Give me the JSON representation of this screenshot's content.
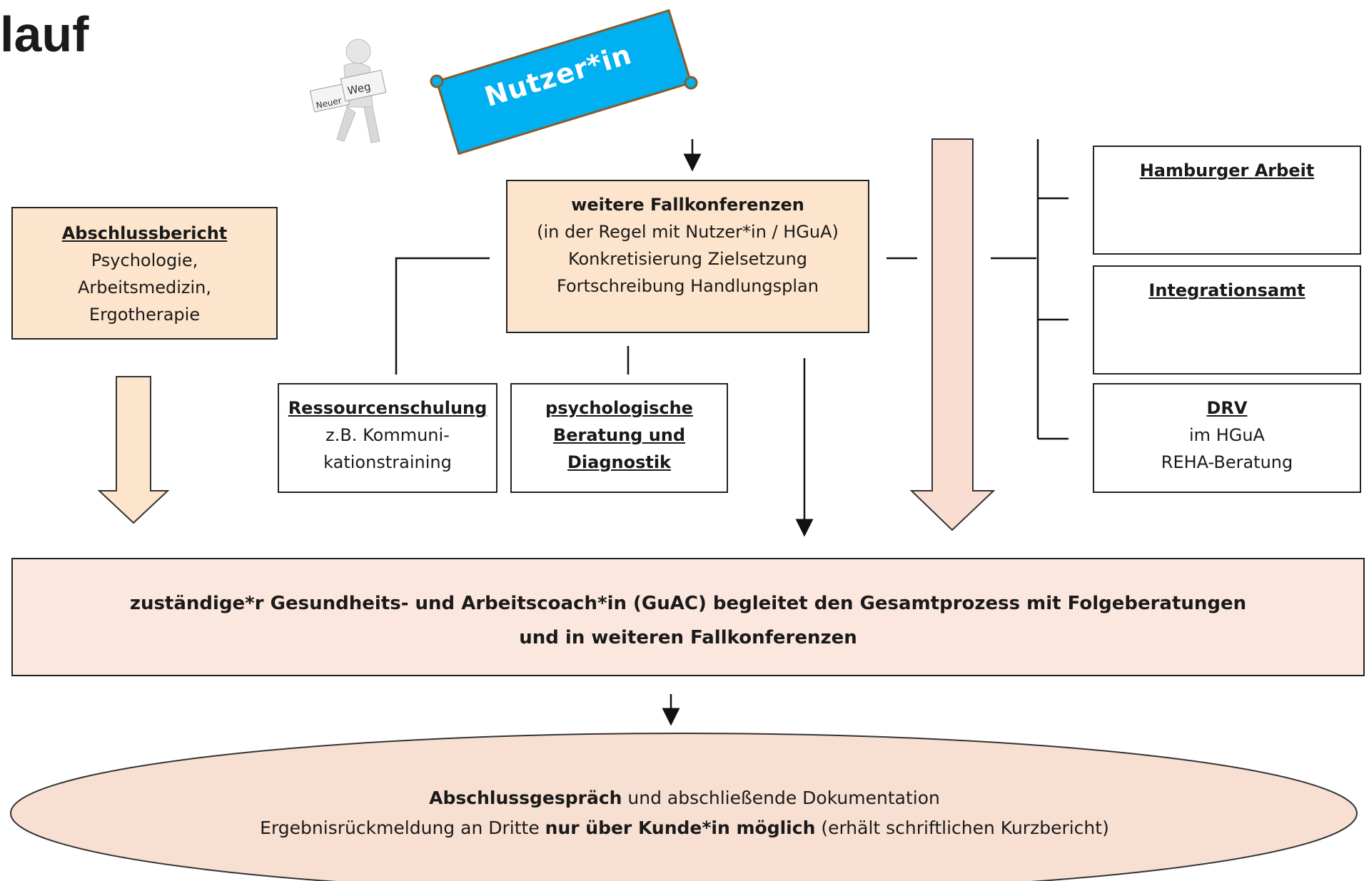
{
  "page": {
    "title": "lauf"
  },
  "figure": {
    "sign_text_left": "Neuer",
    "sign_text_right": "Weg"
  },
  "banner": {
    "label": "Nutzer*in",
    "color": "#00b0f0"
  },
  "boxes": {
    "abschlussbericht": {
      "heading": "Abschlussbericht",
      "lines": [
        "Psychologie,",
        "Arbeitsmedizin,",
        "Ergotherapie"
      ]
    },
    "fallkonferenzen": {
      "heading": "weitere Fallkonferenzen",
      "lines": [
        "(in der Regel mit Nutzer*in / HGuA)",
        "Konkretisierung Zielsetzung",
        "Fortschreibung Handlungsplan"
      ]
    },
    "ressourcen": {
      "heading": "Ressourcenschulung",
      "lines": [
        "z.B. Kommuni-",
        "kationstraining"
      ]
    },
    "psych": {
      "heading_lines": [
        "psychologische",
        "Beratung und",
        "Diagnostik"
      ]
    },
    "hamburger": {
      "heading": "Hamburger Arbeit"
    },
    "integration": {
      "heading": "Integrationsamt"
    },
    "drv": {
      "heading": "DRV",
      "lines": [
        "im HGuA",
        "REHA-Beratung"
      ]
    },
    "guac": {
      "line1": "zuständige*r Gesundheits- und Arbeitscoach*in (GuAC) begleitet den Gesamtprozess mit Folgeberatungen",
      "line2": "und in weiteren Fallkonferenzen"
    },
    "abschluss": {
      "line1_bold": "Abschlussgespräch",
      "line1_rest": " und abschließende Dokumentation",
      "line2_pre": "Ergebnisrückmeldung an Dritte ",
      "line2_bold": "nur über Kunde*in möglich",
      "line2_post": " (erhält schriftlichen Kurzbericht)"
    }
  },
  "colors": {
    "peach": "#fde4cc",
    "pink": "#fbe7dd",
    "outline": "#222222"
  }
}
